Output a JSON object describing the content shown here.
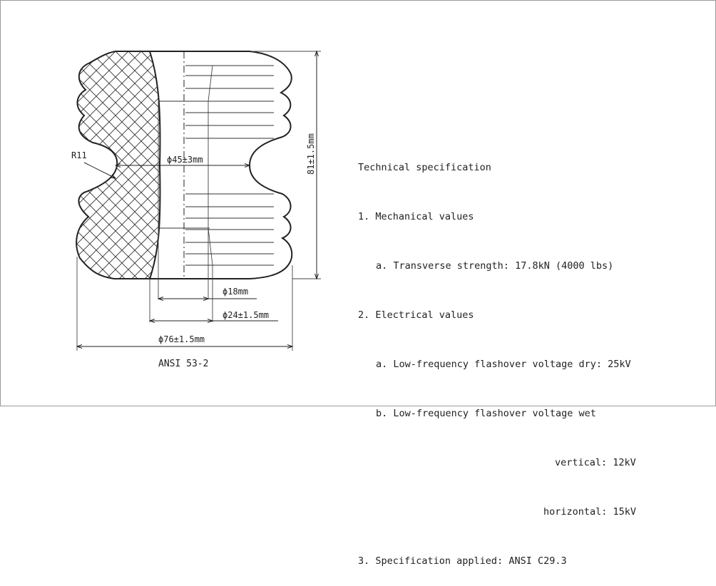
{
  "drawing": {
    "radius_label": "R11",
    "bore_label": "ϕ45±3mm",
    "height_label": "81±1.5mm",
    "inner_dia_label": "ϕ18mm",
    "mid_dia_label": "ϕ24±1.5mm",
    "outer_dia_label": "ϕ76±1.5mm",
    "model_label": "ANSI 53-2"
  },
  "spec": {
    "title": "Technical specification",
    "item1": "1. Mechanical values",
    "item1a": "a. Transverse strength: 17.8kN (4000 lbs)",
    "item2": "2. Electrical values",
    "item2a": "a. Low-frequency flashover voltage dry: 25kV",
    "item2b": "b. Low-frequency flashover voltage wet",
    "item2b_vertical": "vertical: 12kV",
    "item2b_horizontal": "horizontal: 15kV",
    "item3": "3. Specification applied: ANSI C29.3"
  }
}
